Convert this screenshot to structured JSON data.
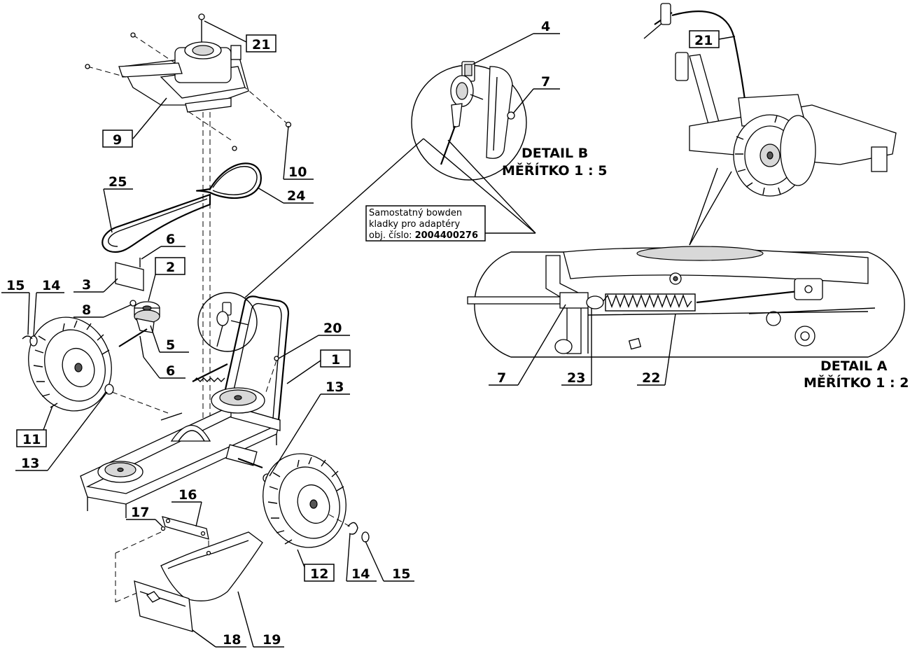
{
  "callouts": {
    "c21a": "21",
    "c9": "9",
    "c10": "10",
    "c24": "24",
    "c25": "25",
    "c6a": "6",
    "c2": "2",
    "c3": "3",
    "c8": "8",
    "c15a": "15",
    "c14a": "14",
    "c5": "5",
    "c6b": "6",
    "c20": "20",
    "c1": "1",
    "c11": "11",
    "c13a": "13",
    "c13b": "13",
    "c16": "16",
    "c17": "17",
    "c12": "12",
    "c14b": "14",
    "c15b": "15",
    "c18": "18",
    "c19": "19",
    "c4": "4",
    "c7a": "7",
    "c21b": "21",
    "c7b": "7",
    "c23": "23",
    "c22": "22"
  },
  "detail_b": {
    "title": "DETAIL B",
    "scale": "MĚŘÍTKO 1 : 5"
  },
  "detail_a": {
    "title": "DETAIL A",
    "scale": "MĚŘÍTKO 1 : 2"
  },
  "note": {
    "line1": "Samostatný bowden",
    "line2": "kladky pro adaptéry",
    "line3_prefix": "obj. číslo:",
    "line3_number": "2004400276"
  }
}
